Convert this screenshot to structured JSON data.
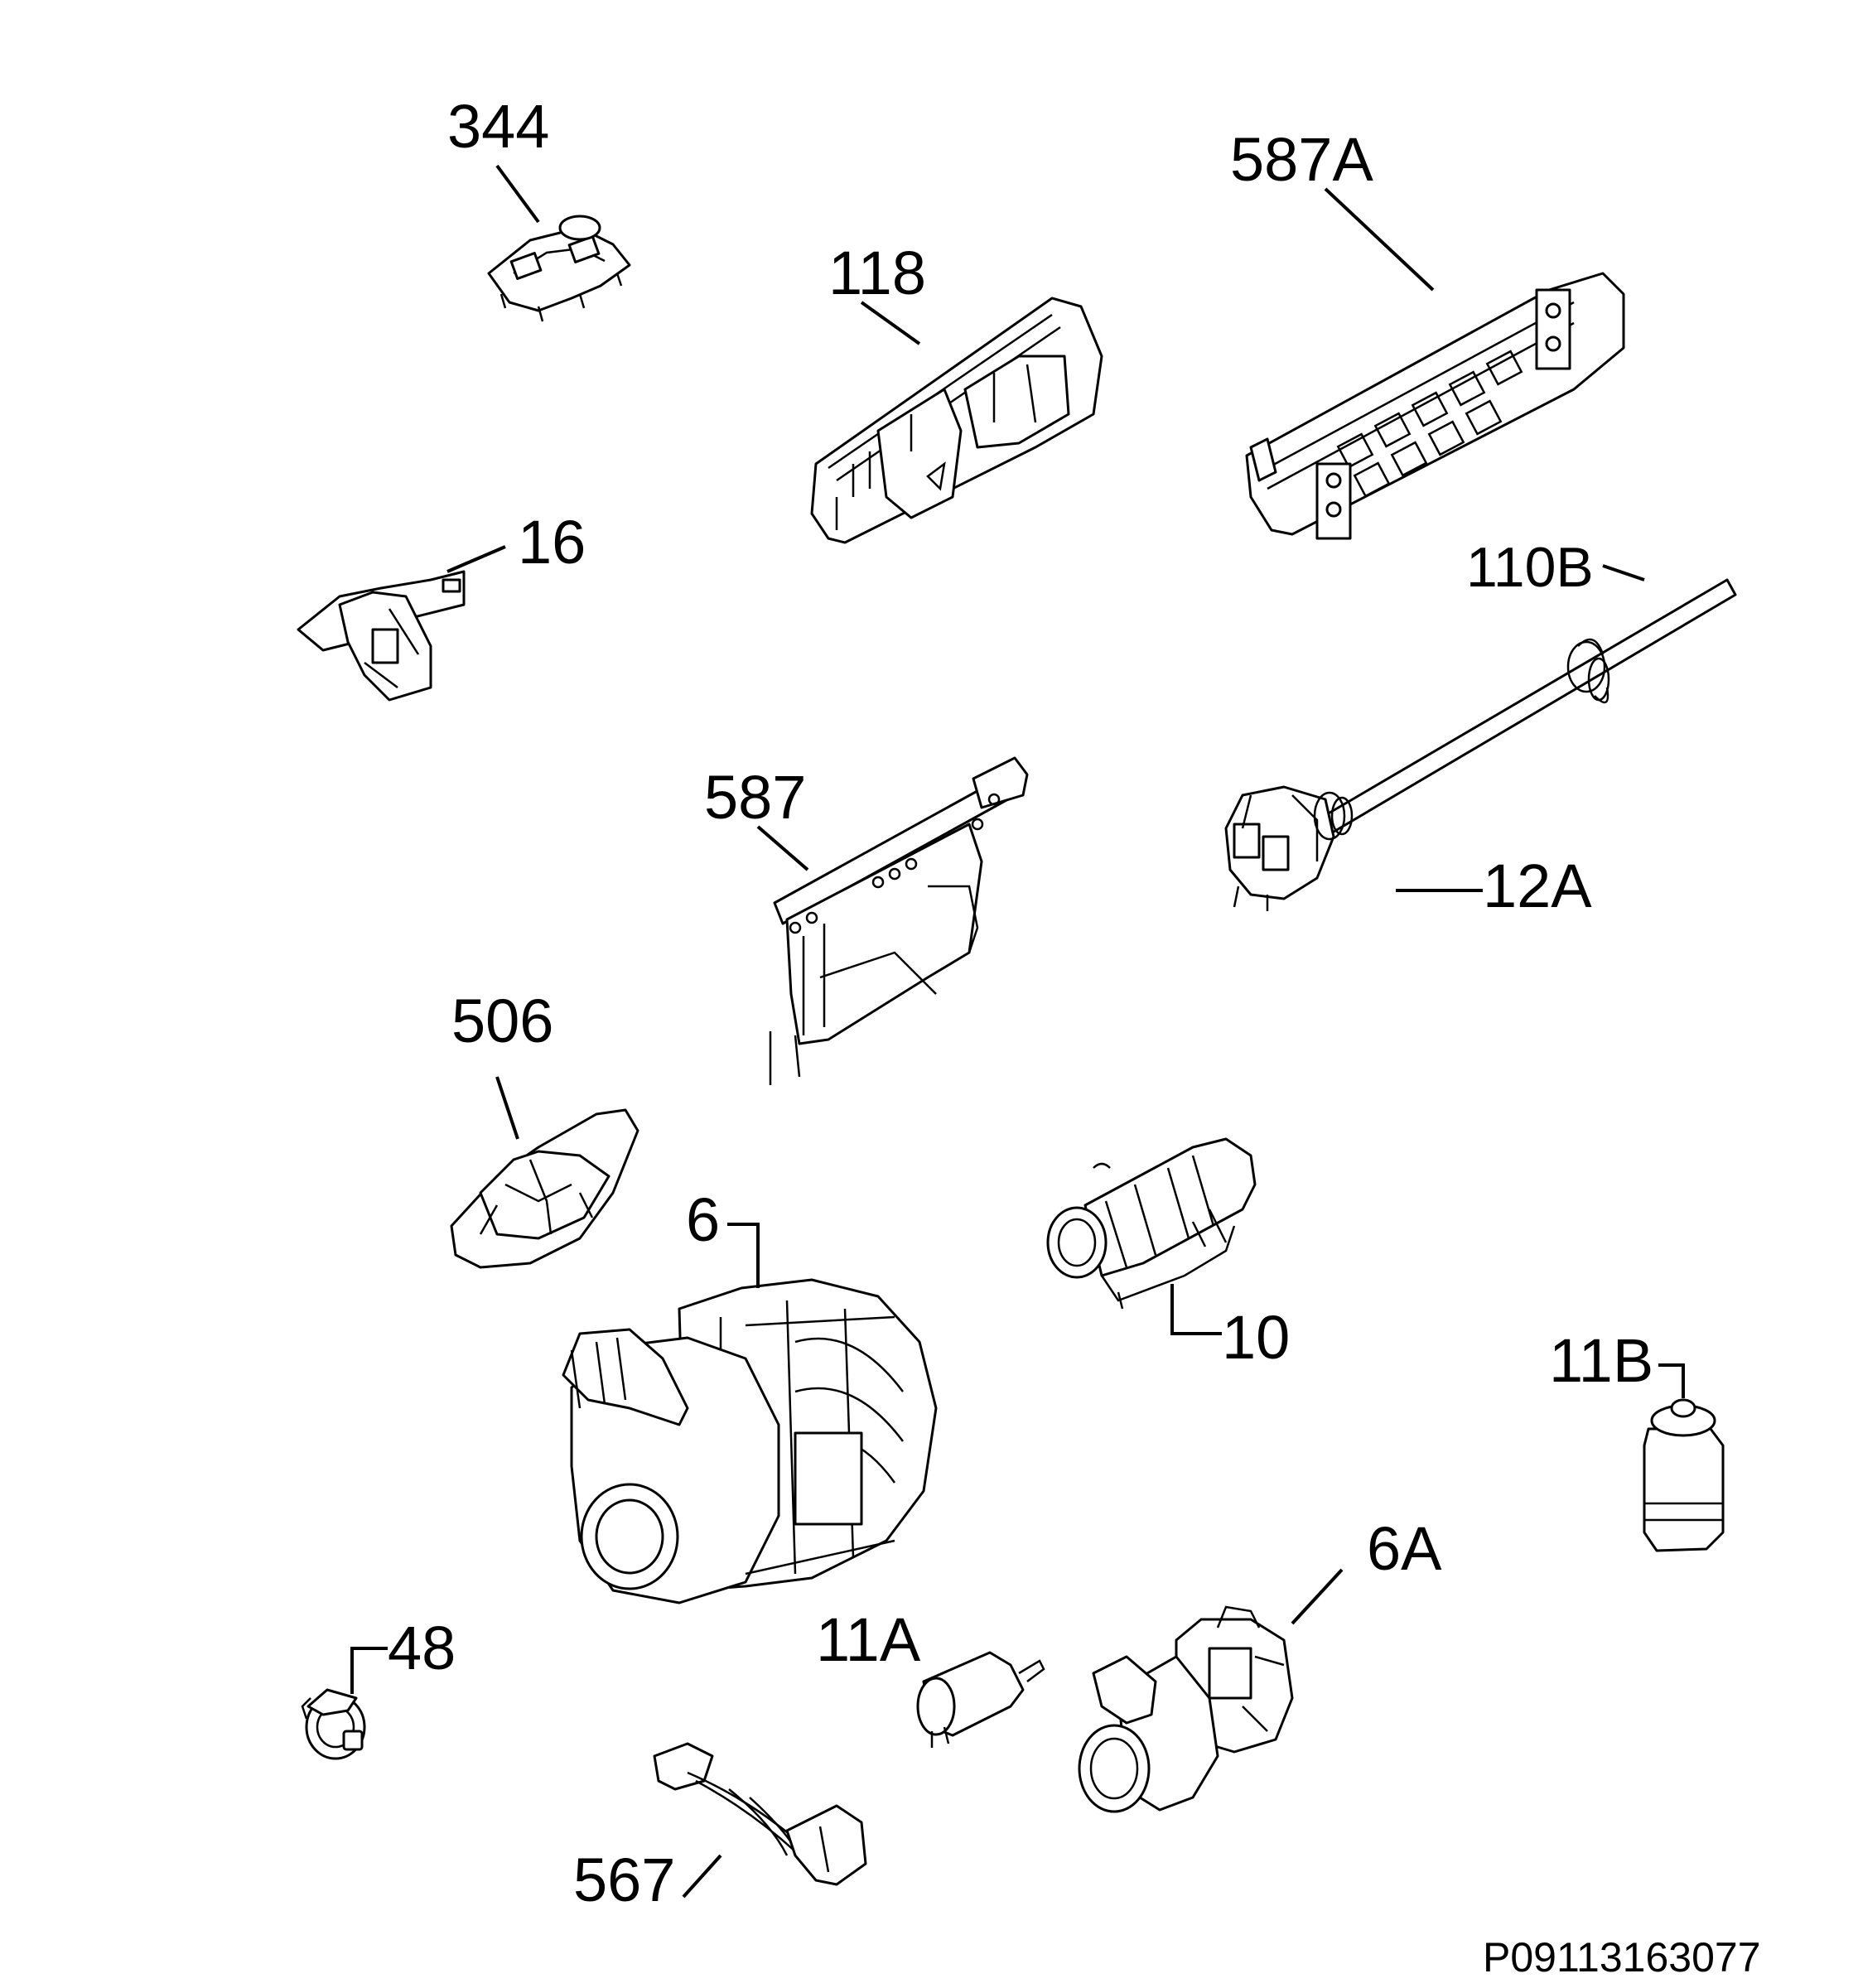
{
  "diagram": {
    "parts": [
      {
        "id": "344",
        "label": "344",
        "icon": "cable-clip-icon"
      },
      {
        "id": "587A",
        "label": "587A",
        "icon": "display-module-icon"
      },
      {
        "id": "118",
        "label": "118",
        "icon": "electronic-board-icon"
      },
      {
        "id": "16",
        "label": "16",
        "icon": "door-switch-icon"
      },
      {
        "id": "110B",
        "label": "110B",
        "icon": "cable-icon"
      },
      {
        "id": "587",
        "label": "587",
        "icon": "bracket-icon"
      },
      {
        "id": "12A",
        "label": "12A",
        "icon": "connector-icon"
      },
      {
        "id": "506",
        "label": "506",
        "icon": "support-cover-icon"
      },
      {
        "id": "6",
        "label": "6",
        "icon": "circulation-pump-icon"
      },
      {
        "id": "10",
        "label": "10",
        "icon": "heating-element-icon"
      },
      {
        "id": "11B",
        "label": "11B",
        "icon": "capacitor-icon"
      },
      {
        "id": "6A",
        "label": "6A",
        "icon": "drain-pump-icon"
      },
      {
        "id": "48",
        "label": "48",
        "icon": "plug-icon"
      },
      {
        "id": "11A",
        "label": "11A",
        "icon": "capacitor-small-icon"
      },
      {
        "id": "567",
        "label": "567",
        "icon": "wiring-harness-icon"
      }
    ],
    "reference": "P09113163077"
  }
}
